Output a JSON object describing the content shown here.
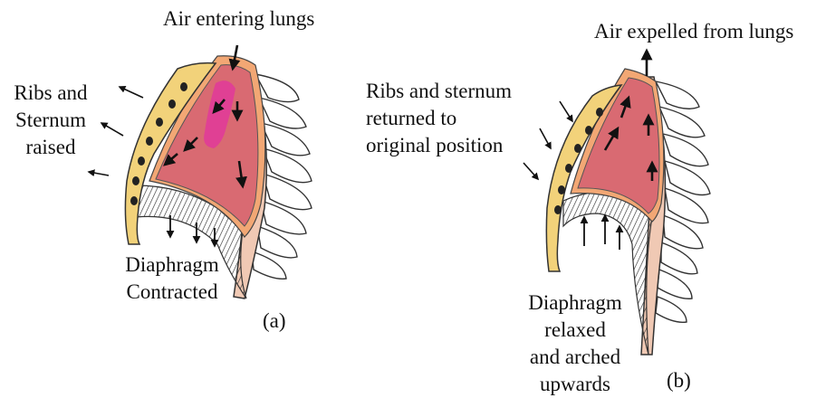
{
  "figure_a": {
    "air_label": "Air entering lungs",
    "ribs_label": [
      "Ribs and",
      "Sternum",
      "raised"
    ],
    "diaphragm_label": [
      "Diaphragm",
      "Contracted"
    ],
    "panel_label": "(a)"
  },
  "figure_b": {
    "air_label": "Air expelled from lungs",
    "ribs_label": [
      "Ribs and sternum",
      "returned to",
      "original position"
    ],
    "diaphragm_label": [
      "Diaphragm",
      "relaxed",
      "and arched",
      "upwards"
    ],
    "panel_label": "(b)"
  },
  "colors": {
    "lung_fill": "#d96a72",
    "pink_air": "#e0389a",
    "sternum": "#f2d27a",
    "ribcage_outline": "#333333",
    "background": "#ffffff"
  }
}
